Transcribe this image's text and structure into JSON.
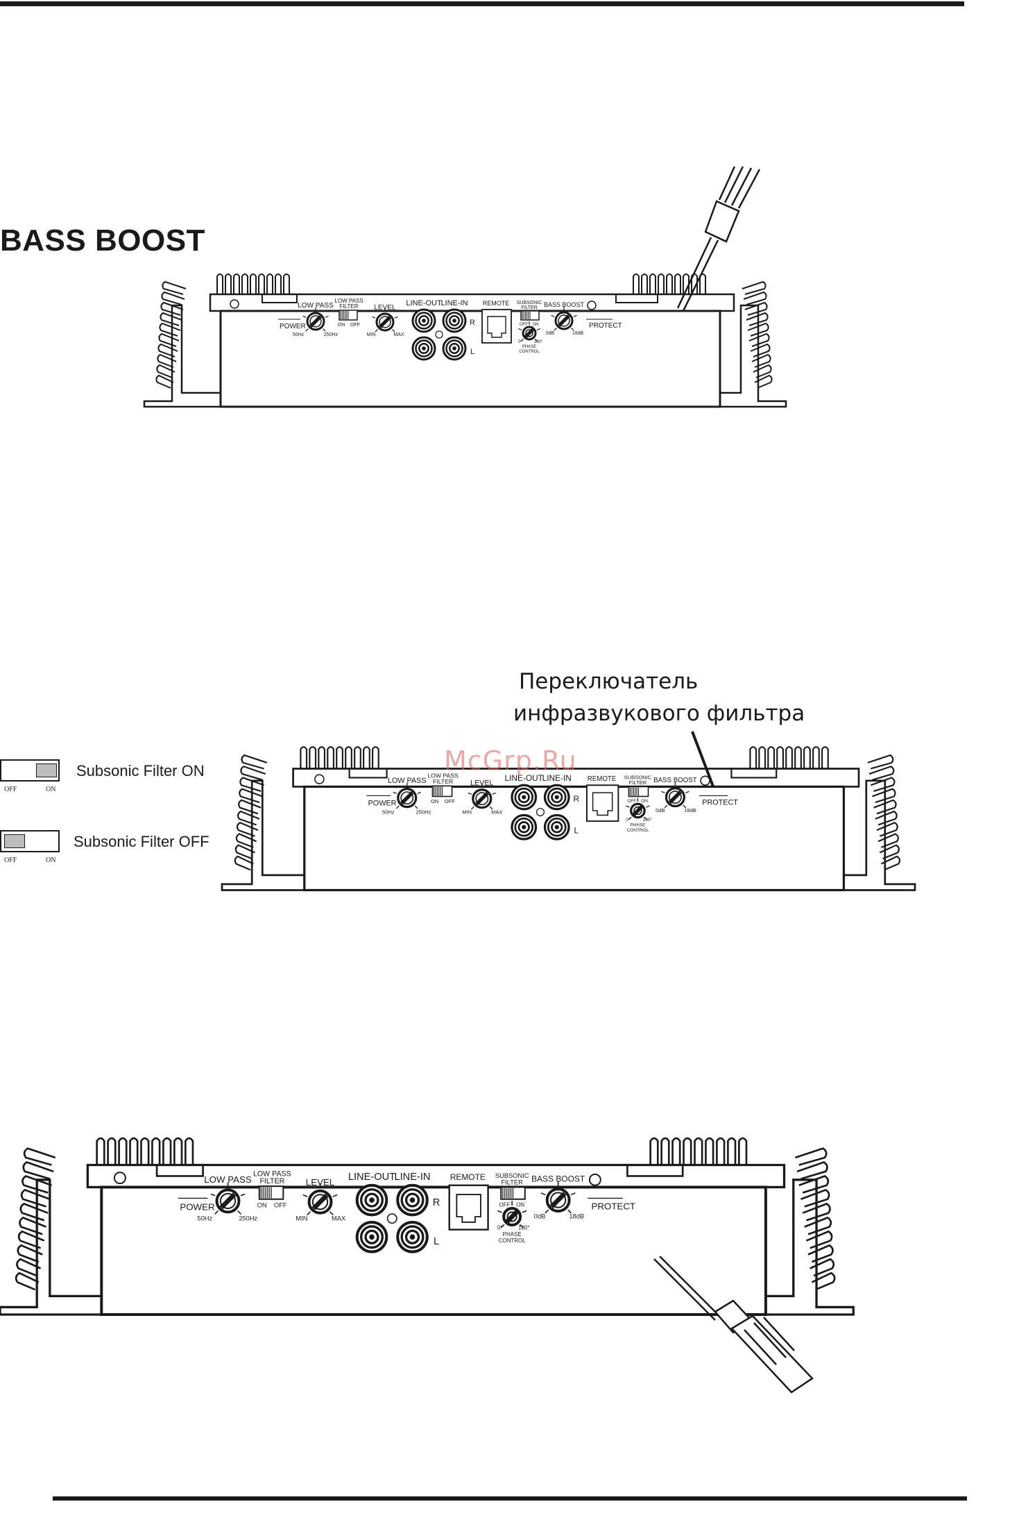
{
  "heading": "BASS BOOST",
  "callout": {
    "line1": "Переключатель",
    "line2": "инфразвукового фильтра"
  },
  "watermark": "McGrp.Ru",
  "panel_labels": {
    "power": "POWER",
    "low_pass": "LOW PASS",
    "lp_filter_line1": "LOW PASS",
    "lp_filter_line2": "FILTER",
    "on": "ON",
    "off": "OFF",
    "hz50": "50Hz",
    "hz250": "250Hz",
    "level": "LEVEL",
    "min": "MIN",
    "max": "MAX",
    "line_out": "LINE-OUT",
    "line_in": "LINE-IN",
    "r": "R",
    "l": "L",
    "remote": "REMOTE",
    "subsonic_line1": "SUBSONIC",
    "subsonic_line2": "FILTER",
    "deg0": "0°",
    "deg180": "180°",
    "phase": "PHASE",
    "control": "CONTROL",
    "bass_boost": "BASS BOOST",
    "db0": "0dB",
    "db18": "18dB",
    "protect": "PROTECT"
  },
  "legend": {
    "on_label": "Subsonic Filter  ON",
    "off_label": "Subsonic Filter  OFF",
    "switch_off": "OFF",
    "switch_on": "ON"
  },
  "colors": {
    "ink": "#1a1a1a",
    "switch_fill": "#bdbdbd",
    "watermark": "#e06060"
  },
  "icons": [
    "screwdriver-icon",
    "callout-arrow-icon",
    "rca-jack-icon",
    "rotary-knob-icon",
    "led-icon"
  ]
}
